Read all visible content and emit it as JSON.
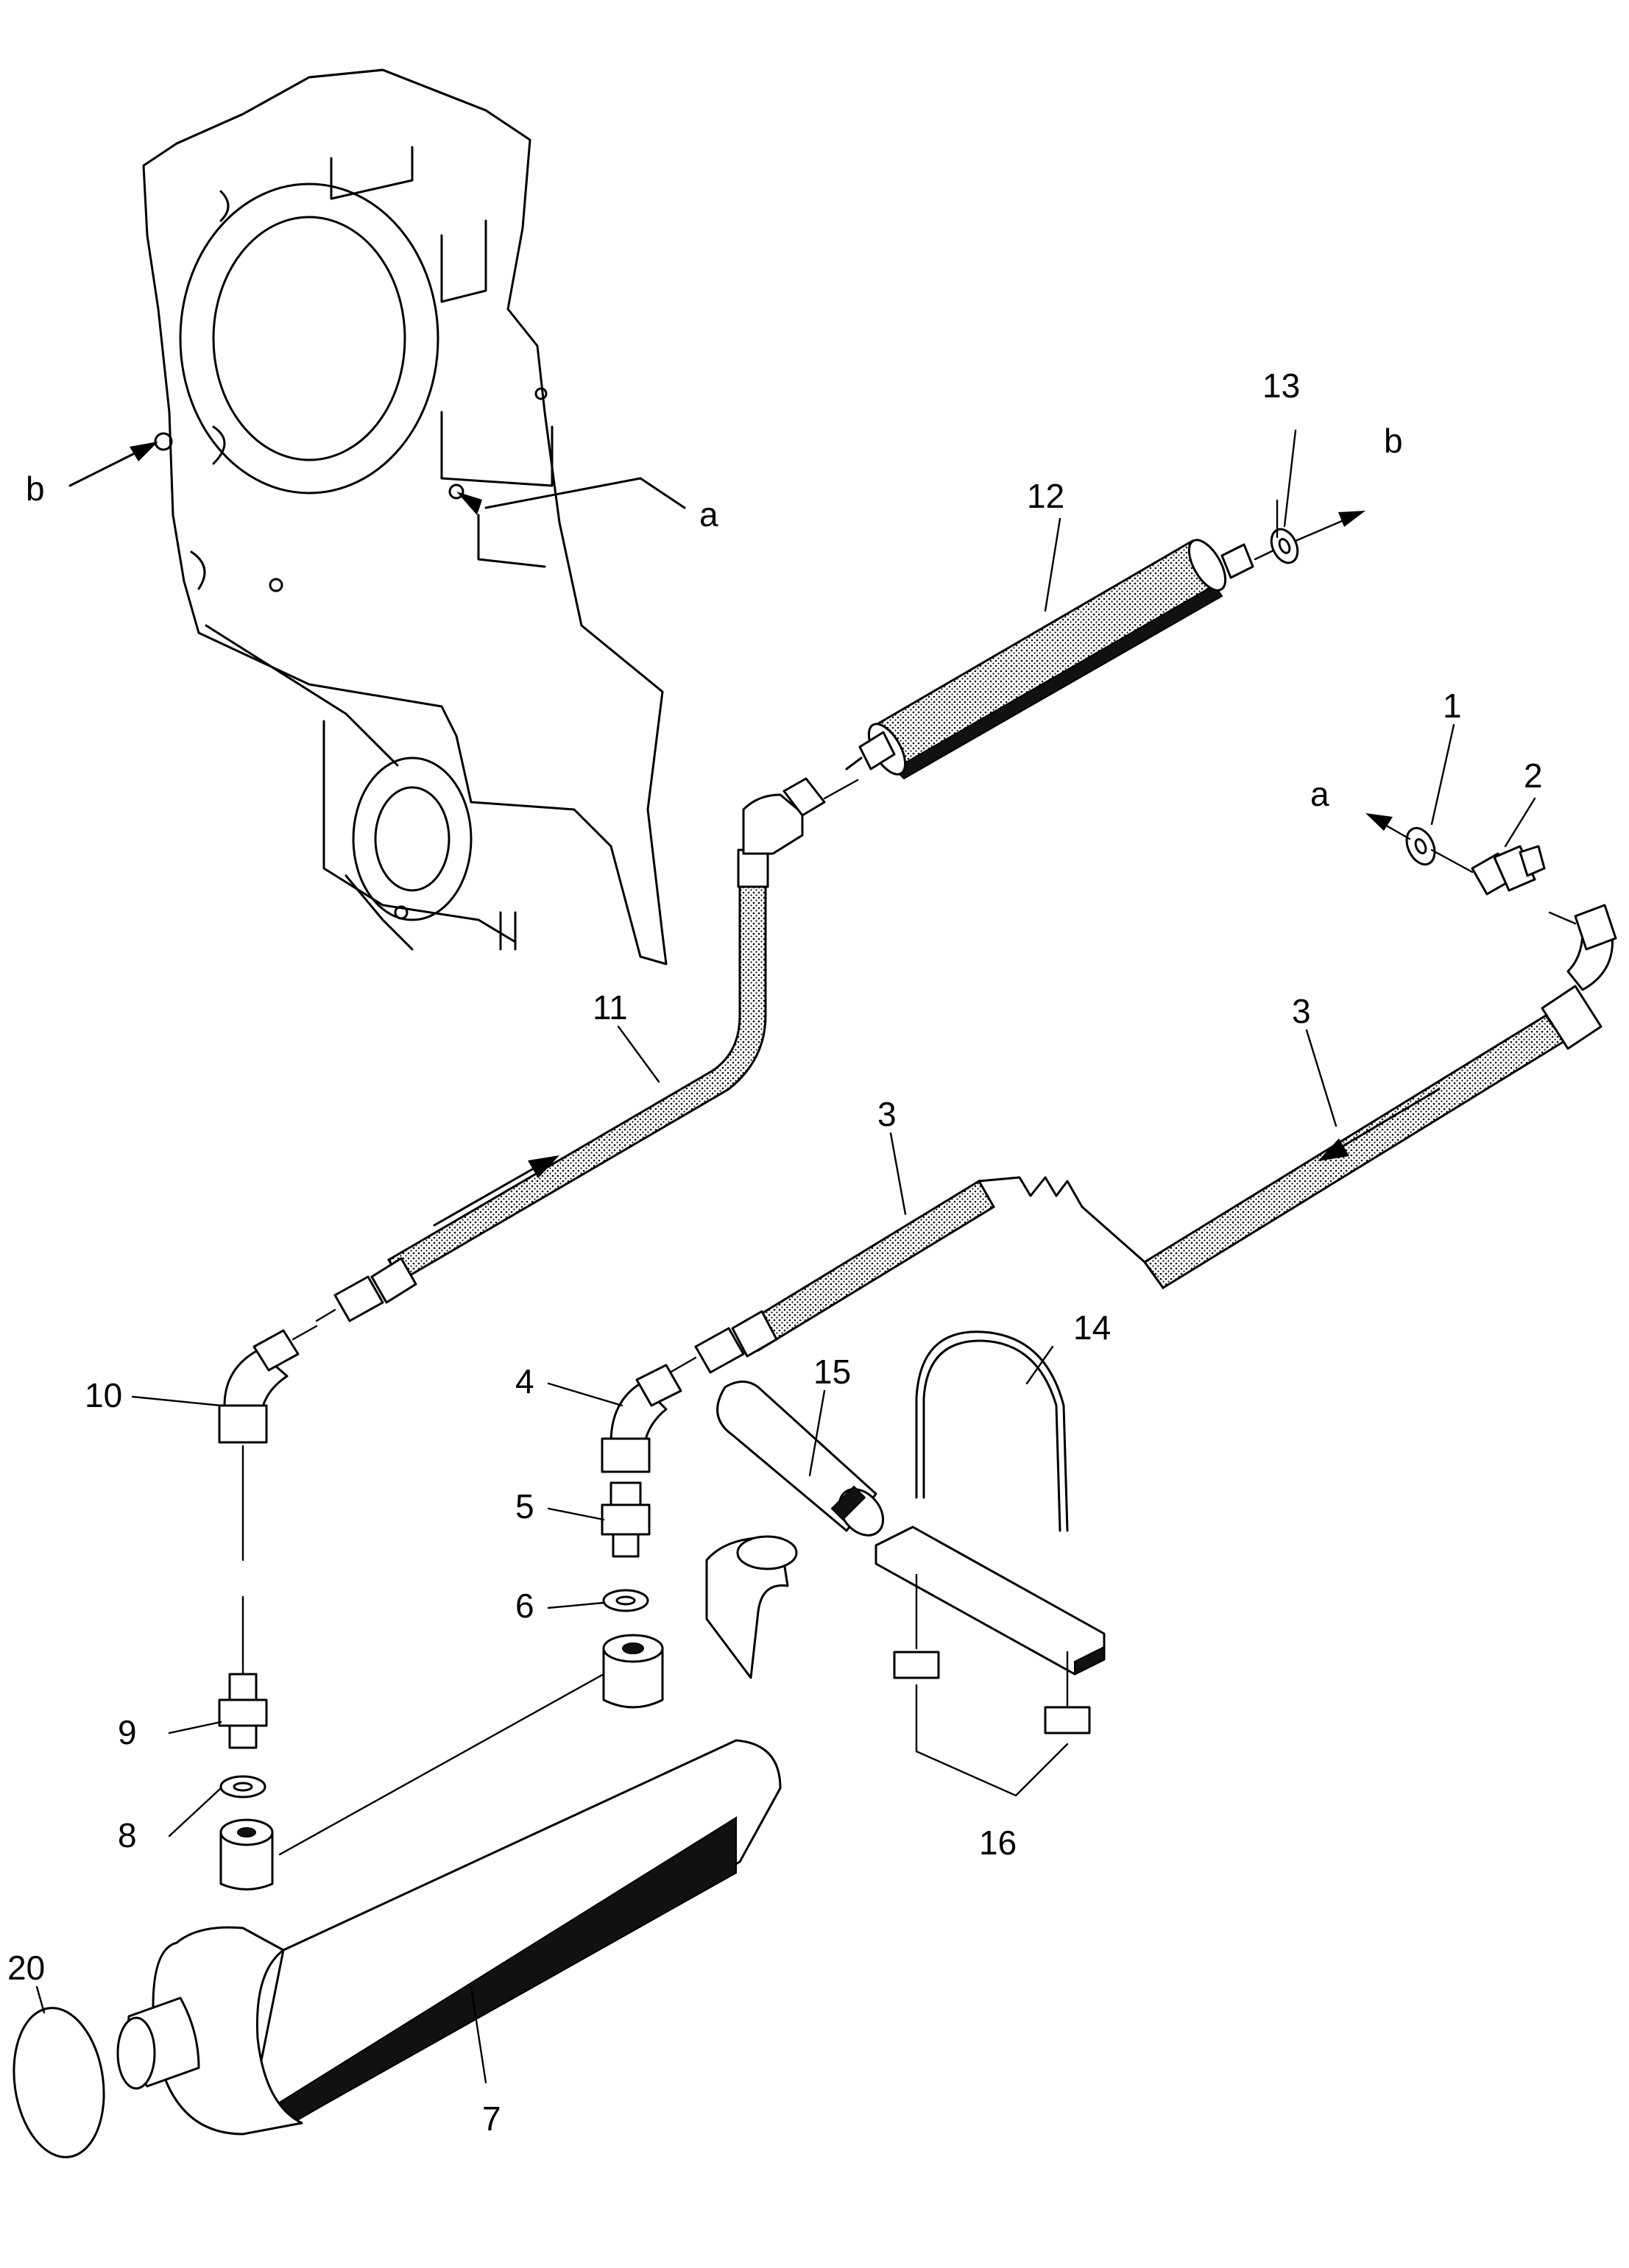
{
  "callouts": {
    "p1": "1",
    "p2": "2",
    "p3a": "3",
    "p3b": "3",
    "p4": "4",
    "p5": "5",
    "p6": "6",
    "p7": "7",
    "p8": "8",
    "p9": "9",
    "p10": "10",
    "p11": "11",
    "p12": "12",
    "p13": "13",
    "p14": "14",
    "p15": "15",
    "p16": "16",
    "p20": "20"
  },
  "connectors": {
    "a_housing": "a",
    "b_housing": "b",
    "a_fitting": "a",
    "b_filter": "b"
  }
}
